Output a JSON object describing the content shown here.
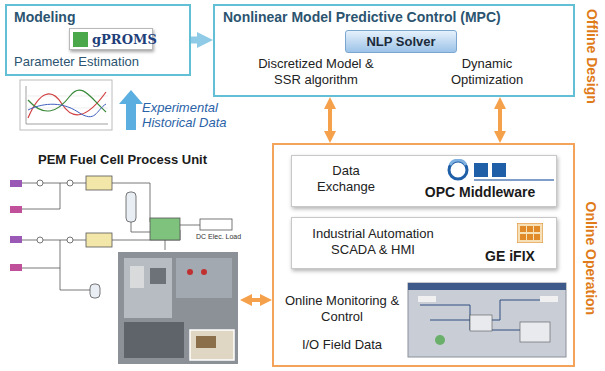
{
  "diagram": {
    "nodes": [
      {
        "text": [
          "Modeling",
          "Parameter Estimation"
        ]
      },
      {
        "text": [
          "gPROMS"
        ],
        "in": 0
      },
      {
        "text": [
          "Nonlinear Model Predictive Control (MPC)",
          "Discretized Model & SSR algorithm",
          "Dynamic Optimization"
        ]
      },
      {
        "text": [
          "NLP Solver"
        ],
        "in": 2
      },
      {
        "text": [
          "PEM Fuel Cell Process Unit"
        ]
      },
      {
        "text": [
          "Online Monitoring & Control",
          "I/O Field Data"
        ]
      },
      {
        "text": [
          "Data Exchange",
          "OPC Middleware"
        ],
        "in": 5
      },
      {
        "text": [
          "Industrial Automation SCADA & HMI",
          "GE iFIX"
        ],
        "in": 5
      }
    ],
    "edges": [
      {
        "from": 0,
        "to": 2,
        "arrow": "to"
      },
      {
        "from": 2,
        "to": 5,
        "arrow": "both"
      },
      {
        "from": 2,
        "to": 5,
        "arrow": "both"
      },
      {
        "from": 4,
        "to": 5,
        "arrow": "both"
      }
    ],
    "labels": [
      "Experimental Historical Data",
      "Offline Design",
      "Online Operation",
      "DC Elec. Load"
    ]
  }
}
